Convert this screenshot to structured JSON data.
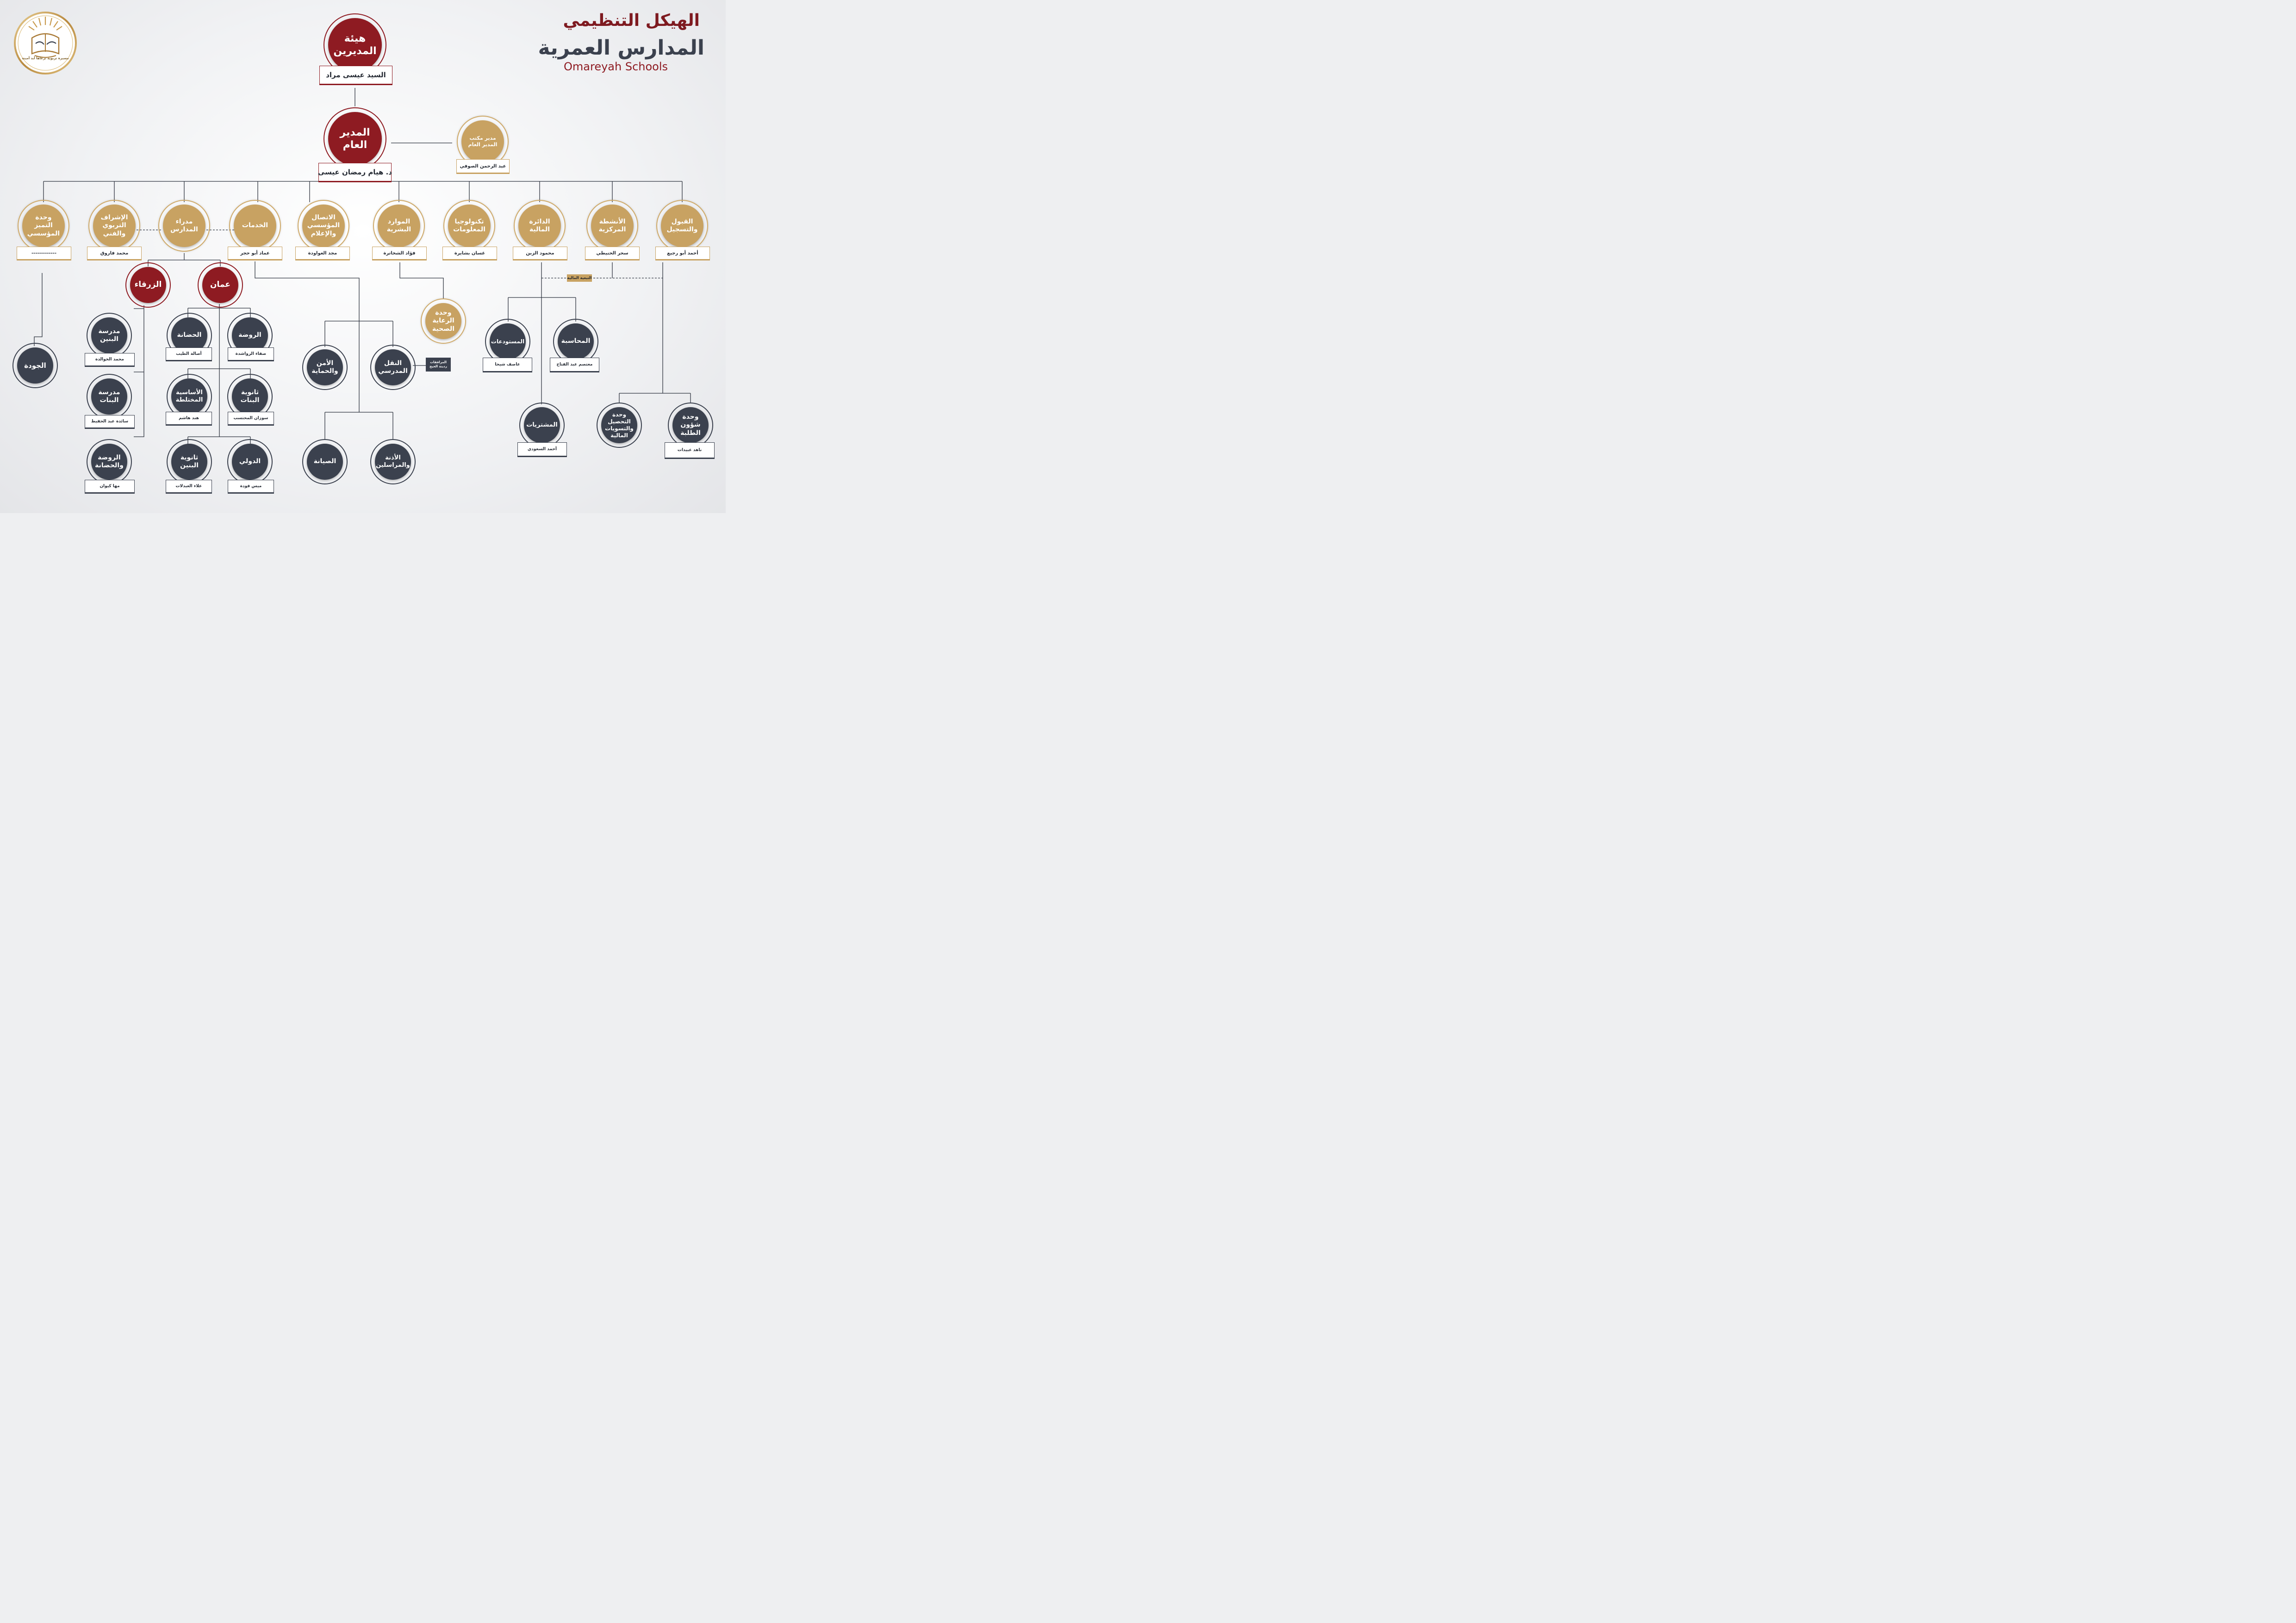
{
  "header": {
    "title": "الهيكل التنظيمي",
    "subtitle": "المدارس العمرية",
    "subtitle_en": "Omareyah Schools",
    "logo_tagline": "مسيرة تربوية ترعاها أيد أمينة"
  },
  "colors": {
    "gold": "#c8a262",
    "maroon": "#8e1b22",
    "slate": "#3b414e"
  },
  "nodes": {
    "board": {
      "title": "هيئة\nالمديرين",
      "person": "السيد عيسى مراد"
    },
    "gm": {
      "title": "المدير\nالعام",
      "person": "د. هيام رمضان عيسى"
    },
    "gm_office": {
      "title": "مدير مكتب\nالمدير العام",
      "person": "عبد الرحمن الصوفي"
    },
    "excellence": {
      "title": "وحدة\nالتميز\nالمؤسسي",
      "person": "-------------"
    },
    "supervision": {
      "title": "الإشراف\nالتربوي\nوالفني",
      "person": "محمد فاروق"
    },
    "principals": {
      "title": "مدراء\nالمدارس"
    },
    "services": {
      "title": "الخدمات",
      "person": "عماد أبو حجر"
    },
    "media": {
      "title": "الاتصال\nالمؤسسي\nوالإعلام",
      "person": "مجد العواودة"
    },
    "hr": {
      "title": "الموارد\nالبشرية",
      "person": "فؤاد الشخاترة"
    },
    "it": {
      "title": "تكنولوجيا\nالمعلومات",
      "person": "غسان بشايرة"
    },
    "finance": {
      "title": "الدائرة\nالمالية",
      "person": "محمود الزبن"
    },
    "activities": {
      "title": "الأنشطة\nالمركزية",
      "person": "سحر الحنيطي"
    },
    "admission": {
      "title": "القبول\nوالتسجيل",
      "person": "أحمد أبو رجيع"
    },
    "zarqa": {
      "title": "الزرقاء"
    },
    "amman": {
      "title": "عمان"
    },
    "quality": {
      "title": "الجودة"
    },
    "boys_school": {
      "title": "مدرسة\nالبنين",
      "person": "محمد الخوالدة"
    },
    "girls_school": {
      "title": "مدرسة\nالبنات",
      "person": "سائدة عبد الحفيظ"
    },
    "kg_zarqa": {
      "title": "الروضة\nوالحضانة",
      "person": "مها كيوان"
    },
    "nursery": {
      "title": "الحضانة",
      "person": "أصالة الطيب"
    },
    "kg": {
      "title": "الروضة",
      "person": "صفاء الرواشدة"
    },
    "basic_mixed": {
      "title": "الأساسية\nالمختلطة",
      "person": "هند هاشم"
    },
    "girls_secondary": {
      "title": "ثانوية\nالبنات",
      "person": "سوزان المحتسب"
    },
    "boys_secondary": {
      "title": "ثانوية\nالبنين",
      "person": "علاء العبدلات"
    },
    "international": {
      "title": "الدولي",
      "person": "ميس فودة"
    },
    "security": {
      "title": "الأمن\nوالحماية"
    },
    "transport": {
      "title": "النقل\nالمدرسي",
      "note": "المرافقات\nردينة الحيح"
    },
    "maintenance": {
      "title": "الصيانة"
    },
    "messengers": {
      "title": "الأذنة\nوالمراسلين"
    },
    "health": {
      "title": "وحدة\nالرعاية\nالصحية"
    },
    "warehouses": {
      "title": "المستودعات",
      "person": "عاصف شيحا"
    },
    "accounting": {
      "title": "المحاسبة",
      "person": "معتصم عبد الفتاح"
    },
    "purchases": {
      "title": "المشتريات",
      "person": "أحمد السعودي"
    },
    "collection": {
      "title": "وحدة\nالتحصيل\nوالتسويات\nالمالية"
    },
    "student_affairs": {
      "title": "وحدة\nشؤون\nالطلبة",
      "person": "ناهد عبيدات"
    }
  },
  "labels": {
    "financial_affiliation": "التبعية المالية"
  }
}
